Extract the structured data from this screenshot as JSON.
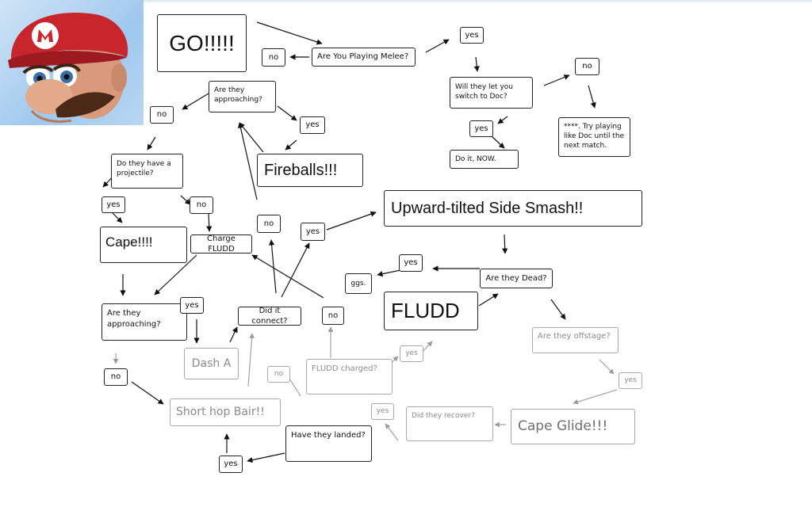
{
  "nodes": {
    "go": "GO!!!!!",
    "melee_q": "Are You Playing Melee?",
    "melee_no": "no",
    "melee_yes": "yes",
    "doc_q": "Will they let you switch to Doc?",
    "doc_no": "no",
    "doc_yes": "yes",
    "do_it": "Do it, NOW.",
    "try_doc": "****. Try playing like Doc until the next match.",
    "approach_q1": "Are they approaching?",
    "approach1_no": "no",
    "approach1_yes": "yes",
    "fireballs": "Fireballs!!!",
    "projectile_q": "Do they have a projectile?",
    "projectile_yes": "yes",
    "projectile_no": "no",
    "cape": "Cape!!!!",
    "charge_fludd": "Charge FLUDD",
    "no_mid": "no",
    "yes_mid": "yes",
    "upsmash": "Upward-tilted Side Smash!!",
    "approach_q2": "Are they approaching?",
    "approach2_yes": "yes",
    "approach2_no": "no",
    "did_connect": "Did it connect?",
    "connect_no": "no",
    "dash_a": "Dash A",
    "short_hop": "Short hop Bair!!",
    "landed_q": "Have they landed?",
    "landed_yes": "yes",
    "fludd_charged": "FLUDD charged?",
    "fludd_charged_no": "no",
    "fludd_charged_yes": "yes",
    "fludd": "FLUDD",
    "dead_q": "Are they Dead?",
    "dead_yes": "yes",
    "ggs": "ggs.",
    "offstage_q": "Are they offstage?",
    "offstage_yes": "yes",
    "cape_glide": "Cape Glide!!!",
    "recover_q": "Did they recover?",
    "recover_yes": "yes"
  },
  "colors": {
    "node_border": "#222222",
    "faded": "#a8a8a8",
    "arrow": "#111111",
    "sky": "#9fc8ee",
    "hat": "#c8262c"
  },
  "icons": {
    "portrait": "mario-head-icon"
  }
}
